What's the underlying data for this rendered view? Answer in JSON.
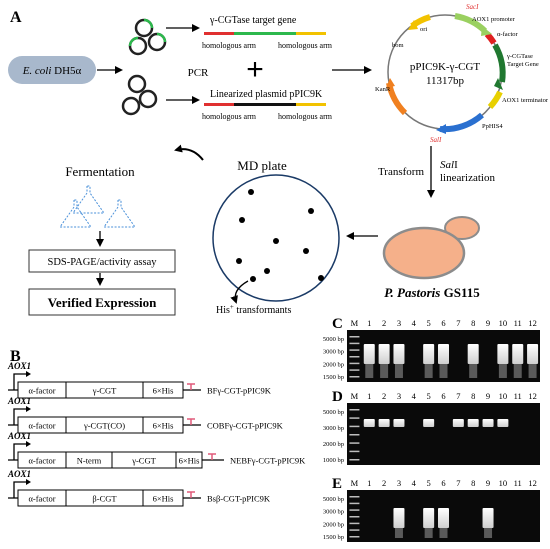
{
  "panel_a": {
    "label": "A",
    "ecoli": "E. coli DH5α",
    "pcr": "PCR",
    "target_gene": "γ-CGTase target gene",
    "homology_arm": "homologous arm",
    "linearized": "Linearized plasmid pPIC9K",
    "plus": "+",
    "plasmid_name": "pPIC9K-γ-CGT",
    "plasmid_size": "11317bp",
    "sac1": "SacI",
    "sal1": "SalI",
    "aox1_promoter": "AOX1 promoter",
    "alpha_factor": "α-factor",
    "cgtase_gene_line1": "γ-CGTase",
    "cgtase_gene_line2": "Target Gene",
    "aox1_terminator": "AOX1 terminator",
    "pphis4": "PpHIS4",
    "kanr": "KanR",
    "bom": "bom",
    "ori": "ori",
    "transform": "Transform",
    "linearization_sal": "Sal",
    "linearization_rest": "I",
    "linearization": "linearization",
    "yeast_label_italic": "P. Pastoris",
    "yeast_label_rest": " GS115",
    "md_plate": "MD plate",
    "transformants_his": "His",
    "transformants_sup": "+",
    "transformants_rest": " transformants",
    "fermentation": "Fermentation",
    "assay": "SDS-PAGE/activity assay",
    "verified": "Verified Expression"
  },
  "panel_b": {
    "label": "B",
    "constructs": [
      {
        "promoter": "AOX1",
        "parts": [
          "α-factor",
          "γ-CGT",
          "6×His"
        ],
        "name": "BFγ-CGT-pPIC9K"
      },
      {
        "promoter": "AOX1",
        "parts": [
          "α-factor",
          "γ-CGT(CO)",
          "6×His"
        ],
        "name": "COBFγ-CGT-pPIC9K"
      },
      {
        "promoter": "AOX1",
        "parts": [
          "α-factor",
          "N-term",
          "γ-CGT",
          "6×His"
        ],
        "name": "NEBFγ-CGT-pPIC9K"
      },
      {
        "promoter": "AOX1",
        "parts": [
          "α-factor",
          "β-CGT",
          "6×His"
        ],
        "name": "Bsβ-CGT-pPIC9K"
      }
    ]
  },
  "gels": [
    {
      "label": "C",
      "marker": [
        "5000 bp",
        "3000 bp",
        "2000 bp",
        "1500 bp"
      ],
      "lanes": [
        "M",
        "1",
        "2",
        "3",
        "4",
        "5",
        "6",
        "7",
        "8",
        "9",
        "10",
        "11",
        "12"
      ],
      "band_lanes": [
        1,
        2,
        3,
        5,
        6,
        8,
        10,
        11,
        12
      ]
    },
    {
      "label": "D",
      "marker": [
        "5000 bp",
        "3000 bp",
        "2000 bp",
        "1000 bp"
      ],
      "lanes": [
        "M",
        "1",
        "2",
        "3",
        "4",
        "5",
        "6",
        "7",
        "8",
        "9",
        "10",
        "11",
        "12"
      ],
      "band_lanes": [
        1,
        2,
        3,
        5,
        7,
        8,
        9,
        10
      ]
    },
    {
      "label": "E",
      "marker": [
        "5000 bp",
        "3000 bp",
        "2000 bp",
        "1500 bp"
      ],
      "lanes": [
        "M",
        "1",
        "2",
        "3",
        "4",
        "5",
        "6",
        "7",
        "8",
        "9",
        "10",
        "11",
        "12"
      ],
      "band_lanes": [
        3,
        5,
        6,
        9
      ]
    }
  ],
  "colors": {
    "green": "#2db84d",
    "red": "#e03030",
    "yellow": "#f2c200",
    "ecoli_box": "#a8b8cc",
    "yeast": "#f5b08a",
    "yeast_outline": "#8c8c8c",
    "tag_pink": "#e05a7a",
    "plasmid_orange": "#f08020",
    "plasmid_blue": "#2a70d0",
    "plasmid_lightgreen": "#9ad060",
    "plasmid_darkgreen": "#207830",
    "plasmid_yellow": "#e8d000",
    "plasmid_red": "#e02020",
    "gel_bg": "#0a0a0a",
    "flask": "#4a90d9"
  }
}
